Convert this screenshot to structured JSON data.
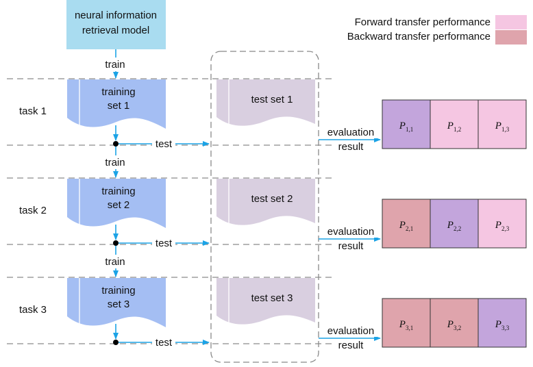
{
  "model_box": {
    "line1": "neural information",
    "line2": "retrieval model",
    "fill": "#a9dcf0"
  },
  "legend": [
    {
      "label": "Forward transfer performance",
      "color": "#f5c6e2"
    },
    {
      "label": "Backward transfer performance",
      "color": "#dfa4ac"
    }
  ],
  "colors": {
    "diagonal": "#c3a5dc",
    "training": "#a4bef3",
    "testset": "#d9cfe0",
    "arrow": "#1ba3e6"
  },
  "arrow_label_train": "train",
  "arrow_label_test": "test",
  "eval_line1": "evaluation",
  "eval_line2": "result",
  "tasks": [
    {
      "label": "task 1",
      "training_line1": "training",
      "training_line2": "set 1",
      "test_set": "test set 1",
      "cells": [
        {
          "sym": "P",
          "sub": "1,1",
          "kind": "diagonal"
        },
        {
          "sym": "P",
          "sub": "1,2",
          "kind": "forward"
        },
        {
          "sym": "P",
          "sub": "1,3",
          "kind": "forward"
        }
      ]
    },
    {
      "label": "task 2",
      "training_line1": "training",
      "training_line2": "set 2",
      "test_set": "test set 2",
      "cells": [
        {
          "sym": "P",
          "sub": "2,1",
          "kind": "backward"
        },
        {
          "sym": "P",
          "sub": "2,2",
          "kind": "diagonal"
        },
        {
          "sym": "P",
          "sub": "2,3",
          "kind": "forward"
        }
      ]
    },
    {
      "label": "task 3",
      "training_line1": "training",
      "training_line2": "set 3",
      "test_set": "test set 3",
      "cells": [
        {
          "sym": "P",
          "sub": "3,1",
          "kind": "backward"
        },
        {
          "sym": "P",
          "sub": "3,2",
          "kind": "backward"
        },
        {
          "sym": "P",
          "sub": "3,3",
          "kind": "diagonal"
        }
      ]
    }
  ]
}
